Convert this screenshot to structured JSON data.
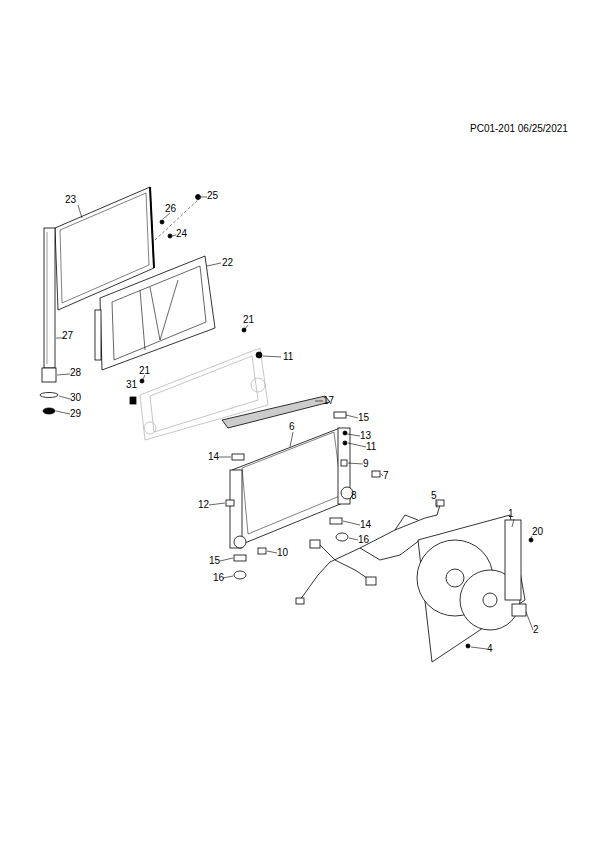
{
  "diagram": {
    "labels": [
      "PC01-201 06/25/2021",
      "23",
      "25",
      "26",
      "24",
      "22",
      "27",
      "21",
      "11",
      "21",
      "28",
      "31",
      "30",
      "17",
      "29",
      "15",
      "6",
      "13",
      "11",
      "14",
      "9",
      "7",
      "8",
      "5",
      "12",
      "1",
      "14",
      "20",
      "16",
      "10",
      "15",
      "16",
      "2",
      "4"
    ]
  }
}
